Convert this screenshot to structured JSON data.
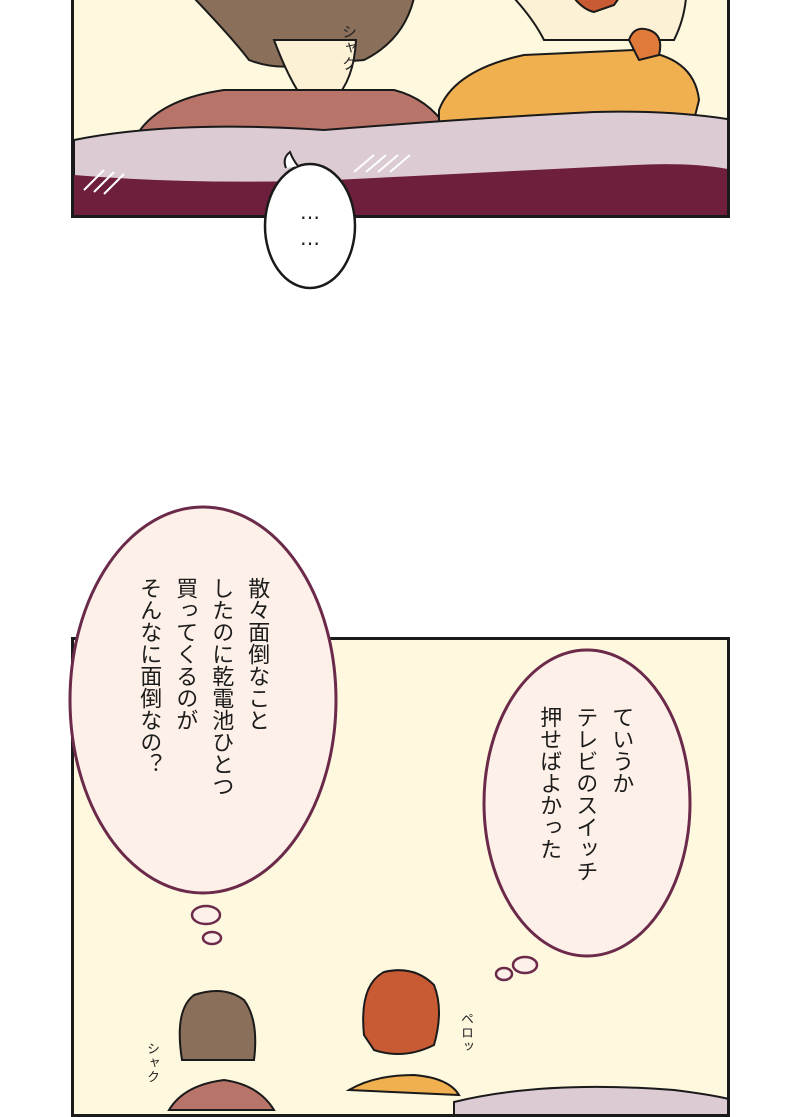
{
  "top_panel": {
    "sfx": "シャク"
  },
  "ellipsis_bubble": {
    "text": "……"
  },
  "thought_left": {
    "lines": [
      "散々面倒なこと",
      "したのに乾電池ひとつ",
      "買ってくるのが",
      "そんなに面倒なの？"
    ]
  },
  "thought_right": {
    "lines": [
      "ていうか",
      "テレビのスイッチ",
      "押せばよかった"
    ]
  },
  "bottom_panel": {
    "sfx_left": "シャク",
    "sfx_right": "ペロッ"
  },
  "colors": {
    "panel_bg": "#fef8df",
    "blanket_dark": "#6e1f3e",
    "blanket_light": "#dccbd3",
    "shirt_left": "#b9746a",
    "shirt_right": "#f0b050",
    "hair_left": "#8a6f5a",
    "hair_right": "#c85b33",
    "bubble_outline": "#6b2a4a",
    "bubble_fill": "#fdf0e8"
  }
}
